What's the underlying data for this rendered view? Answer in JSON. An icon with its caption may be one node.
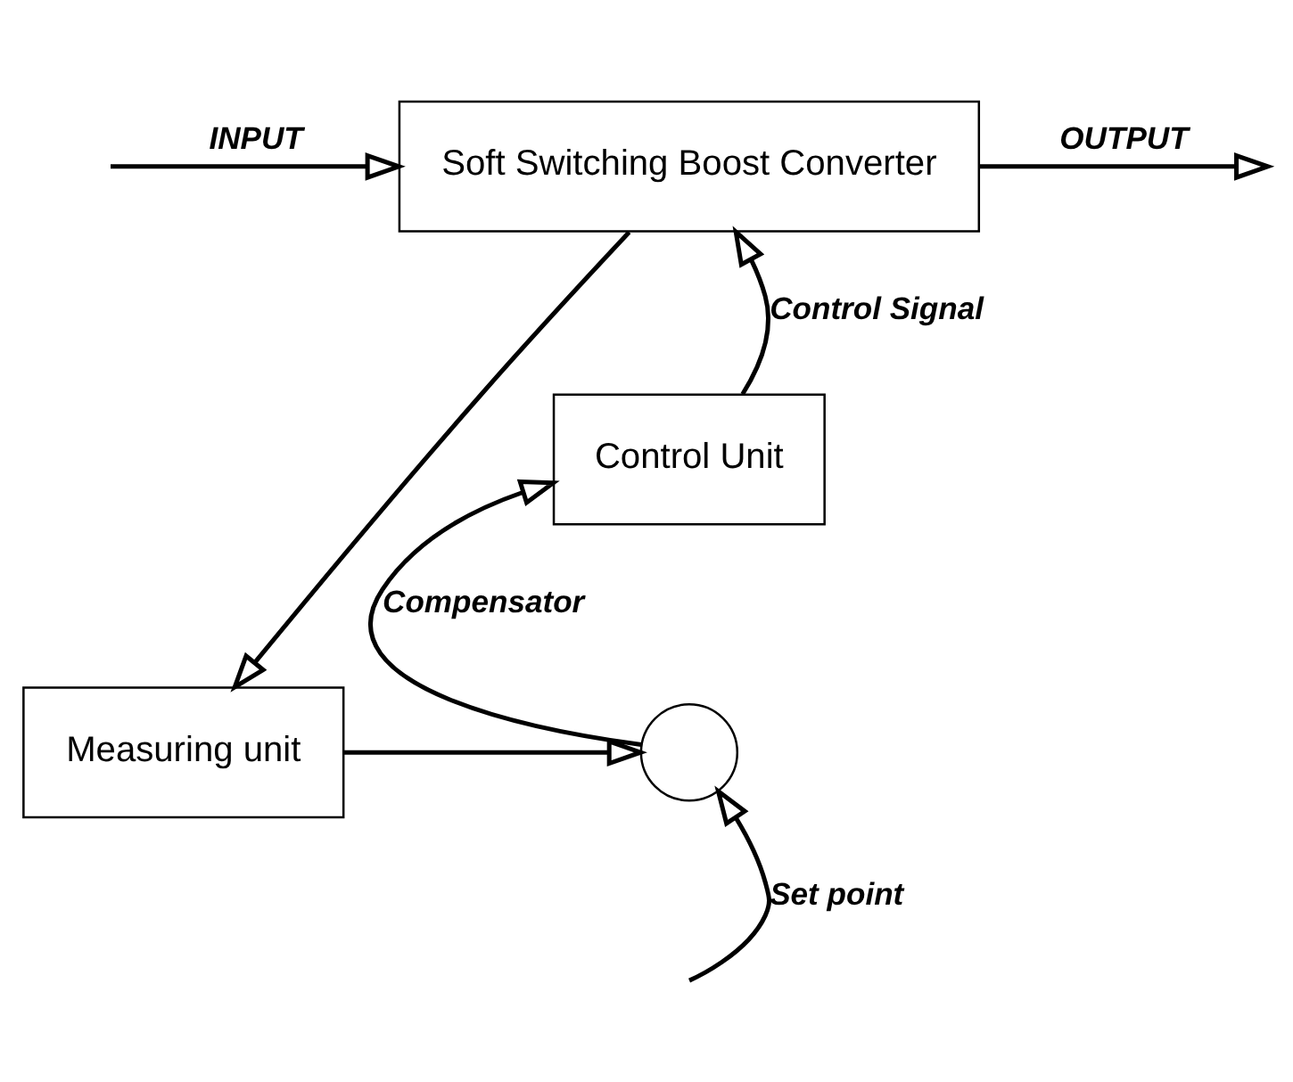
{
  "diagram": {
    "nodes": [
      {
        "text": [
          "Soft Switching Boost Converter"
        ]
      },
      {
        "text": [
          "Control Unit"
        ]
      },
      {
        "text": [
          "Measuring unit"
        ]
      },
      {
        "text": [],
        "shape": "circle"
      }
    ],
    "edges": [
      {
        "from": null,
        "to": 0,
        "arrow": "to",
        "label": "INPUT"
      },
      {
        "from": 0,
        "to": null,
        "arrow": "to",
        "label": "OUTPUT"
      },
      {
        "from": 0,
        "to": 2,
        "arrow": "to"
      },
      {
        "from": 1,
        "to": 0,
        "arrow": "to",
        "label": "Control Signal"
      },
      {
        "from": 3,
        "to": 1,
        "arrow": "to",
        "label": "Compensator"
      },
      {
        "from": 2,
        "to": 3,
        "arrow": "to"
      },
      {
        "from": null,
        "to": 3,
        "arrow": "to",
        "label": "Set point"
      }
    ]
  }
}
